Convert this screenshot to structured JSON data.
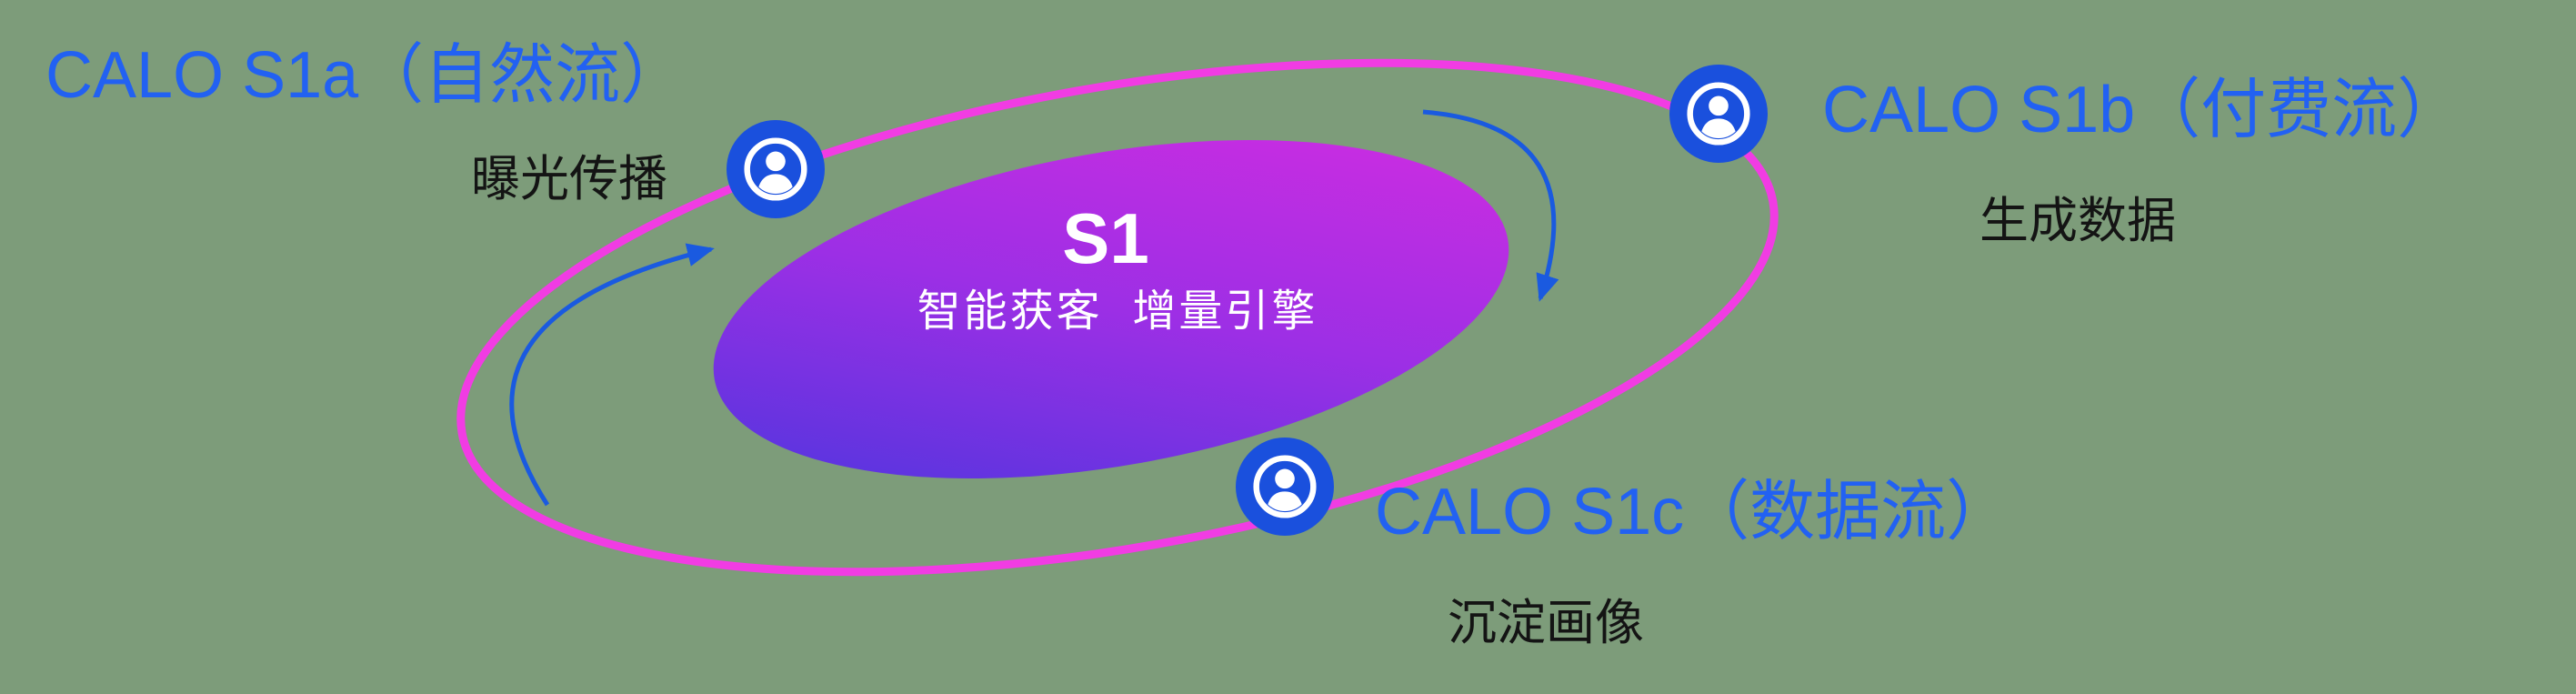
{
  "background_color": "#7d9c7a",
  "center": {
    "title": "S1",
    "subtitle": "智能获客  增量引擎",
    "gradient_start": "#4636dd",
    "gradient_mid": "#9c2fe5",
    "gradient_end": "#d72ce0"
  },
  "orbit": {
    "stroke_color": "#f13ce3"
  },
  "nodes": [
    {
      "id": "s1a",
      "title": "CALO S1a（自然流）",
      "subtitle": "曝光传播",
      "icon": "user-icon"
    },
    {
      "id": "s1b",
      "title": "CALO S1b（付费流）",
      "subtitle": "生成数据",
      "icon": "user-icon"
    },
    {
      "id": "s1c",
      "title": "CALO S1c（数据流）",
      "subtitle": "沉淀画像",
      "icon": "user-icon"
    }
  ],
  "colors": {
    "title_blue": "#2261f2",
    "subtitle_text": "#141414",
    "node_blue": "#1a50dd",
    "arrow_blue": "#1a5ae0",
    "center_text": "#ffffff",
    "orbit_pink": "#f13ce3"
  }
}
